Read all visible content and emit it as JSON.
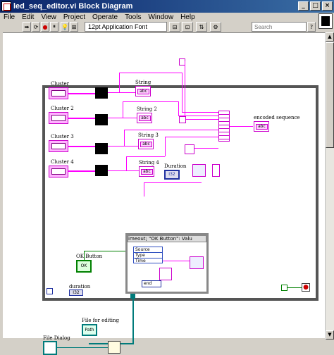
{
  "window": {
    "title": "led_seq_editor.vi Block Diagram",
    "buttons": {
      "minimize": "_",
      "maximize": "□",
      "close": "×"
    }
  },
  "menu": [
    "File",
    "Edit",
    "View",
    "Project",
    "Operate",
    "Tools",
    "Window",
    "Help"
  ],
  "toolbar": {
    "font_select": "12pt Application Font",
    "search_placeholder": "Search"
  },
  "diagram": {
    "clusters": [
      "Cluster",
      "Cluster 2",
      "Cluster 3",
      "Cluster 4"
    ],
    "strings": [
      "String",
      "String 2",
      "String 3",
      "String 4"
    ],
    "string_box": "abc",
    "encoded_label": "encoded sequence",
    "duration_label": "Duration",
    "duration_terminal": "I32",
    "duration_lower_label": "duration",
    "duration_lower_terminal": "I32",
    "ok_button_label": "OK Button",
    "ok_button_text": "OK",
    "event_header": "imeout; \"OK Button\": Valu",
    "event_items": [
      "Source",
      "Type",
      "Time"
    ],
    "enum_value": "end",
    "file_label": "File for editing",
    "file_terminal": "Path",
    "file_dialog_label": "File Dialog",
    "constant_i": "i"
  }
}
